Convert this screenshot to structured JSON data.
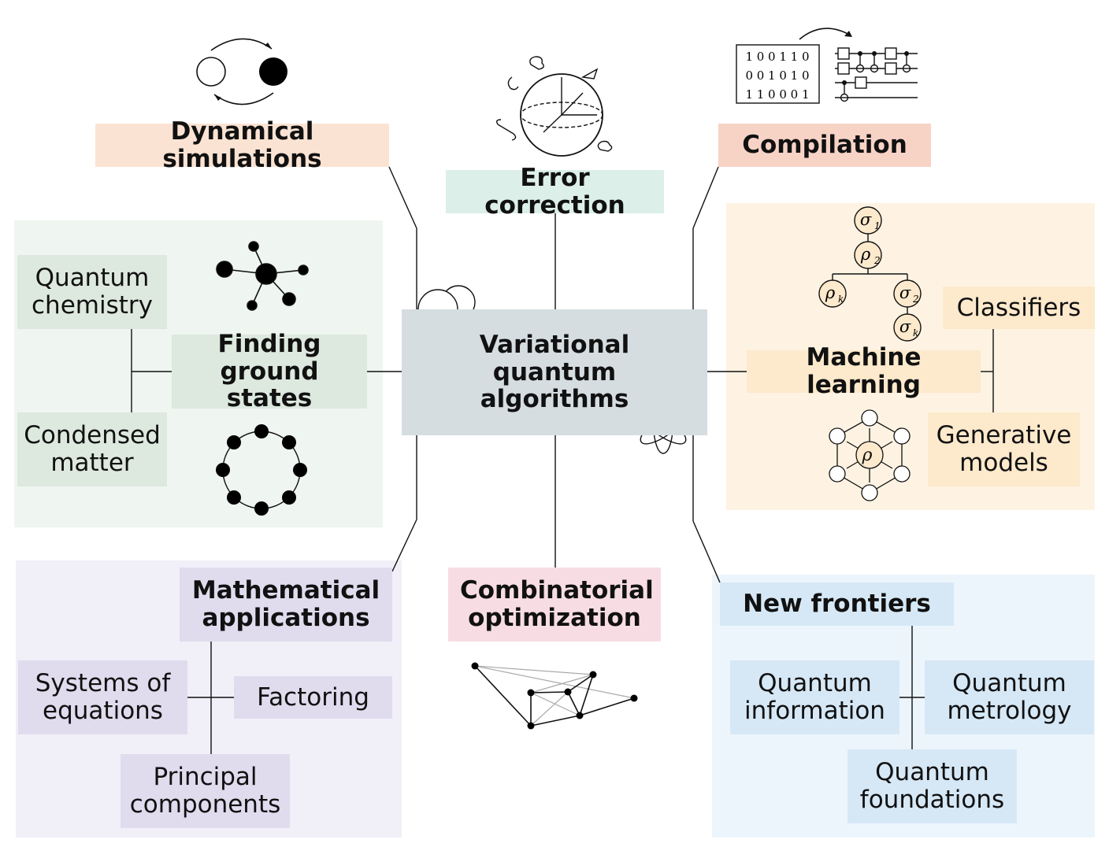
{
  "center": {
    "label": "Variational quantum algorithms"
  },
  "nodes": {
    "dynamical_simulations": "Dynamical simulations",
    "error_correction": "Error correction",
    "compilation": "Compilation",
    "finding_ground_states": "Finding ground states",
    "quantum_chemistry": "Quantum chemistry",
    "condensed_matter": "Condensed matter",
    "machine_learning": "Machine learning",
    "classifiers": "Classifiers",
    "generative_models": "Generative models",
    "mathematical_applications": "Mathematical applications",
    "systems_of_equations": "Systems of equations",
    "factoring": "Factoring",
    "principal_components": "Principal components",
    "combinatorial_optimization": "Combinatorial optimization",
    "new_frontiers": "New frontiers",
    "quantum_information": "Quantum information",
    "quantum_metrology": "Quantum metrology",
    "quantum_foundations": "Quantum foundations"
  },
  "compilation_bits": [
    "1 0 0 1 1 0",
    "0 0 1 0 1 0",
    "1 1 0 0 0 1"
  ],
  "tree_labels": {
    "sigma1": "σ",
    "sigma1_sub": "1",
    "rho2": "ρ",
    "rho2_sub": "2",
    "rhok": "ρ",
    "rhok_sub": "k",
    "sigma2": "σ",
    "sigma2_sub": "2",
    "sigmak": "σ",
    "sigmak_sub": "k",
    "rho_center": "ρ"
  },
  "colors": {
    "orange_label": "#fbe3d3",
    "teal_label": "#dcefe9",
    "salmon_label": "#f7d3c6",
    "green_panel": "#eff5f0",
    "green_box": "#dde9df",
    "yellow_panel": "#fef3e2",
    "yellow_box": "#fde9cc",
    "purple_panel": "#f1f0f8",
    "purple_box": "#e0dcee",
    "pink_box": "#f7dde3",
    "blue_panel": "#edf5fc",
    "blue_box": "#d6e8f6",
    "center_box": "#d5dde1"
  }
}
